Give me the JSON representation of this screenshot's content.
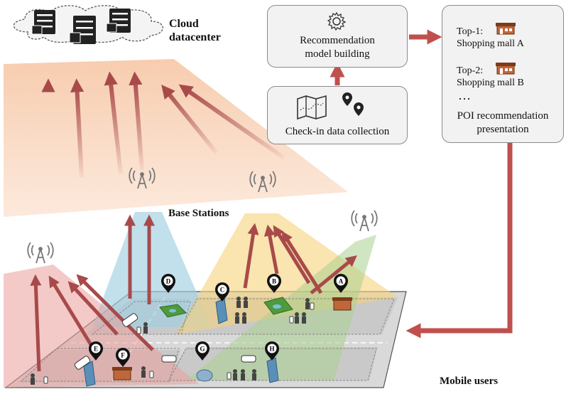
{
  "labels": {
    "cloud_line1": "Cloud",
    "cloud_line2": "datacenter",
    "base_stations": "Base Stations",
    "mobile_users": "Mobile users"
  },
  "boxes": {
    "model_line1": "Recommendation",
    "model_line2": "model building",
    "checkin": "Check-in data collection"
  },
  "recommendation": {
    "top1_rank": "Top-1:",
    "top1_name": "Shopping mall A",
    "top2_rank": "Top-2:",
    "top2_name": "Shopping mall B",
    "ellipsis": "…",
    "title_line1": "POI recommendation",
    "title_line2": "presentation"
  },
  "poi_markers": [
    "A",
    "B",
    "C",
    "D",
    "E",
    "F",
    "G",
    "H"
  ],
  "colors": {
    "arrow": "#a84a4a",
    "cloud_beam": "#f7c9a8",
    "blue_zone": "#a9d6e5",
    "yellow_zone": "#f8d98a",
    "green_zone": "#b9d7a0",
    "red_zone": "#ecaaa5"
  }
}
